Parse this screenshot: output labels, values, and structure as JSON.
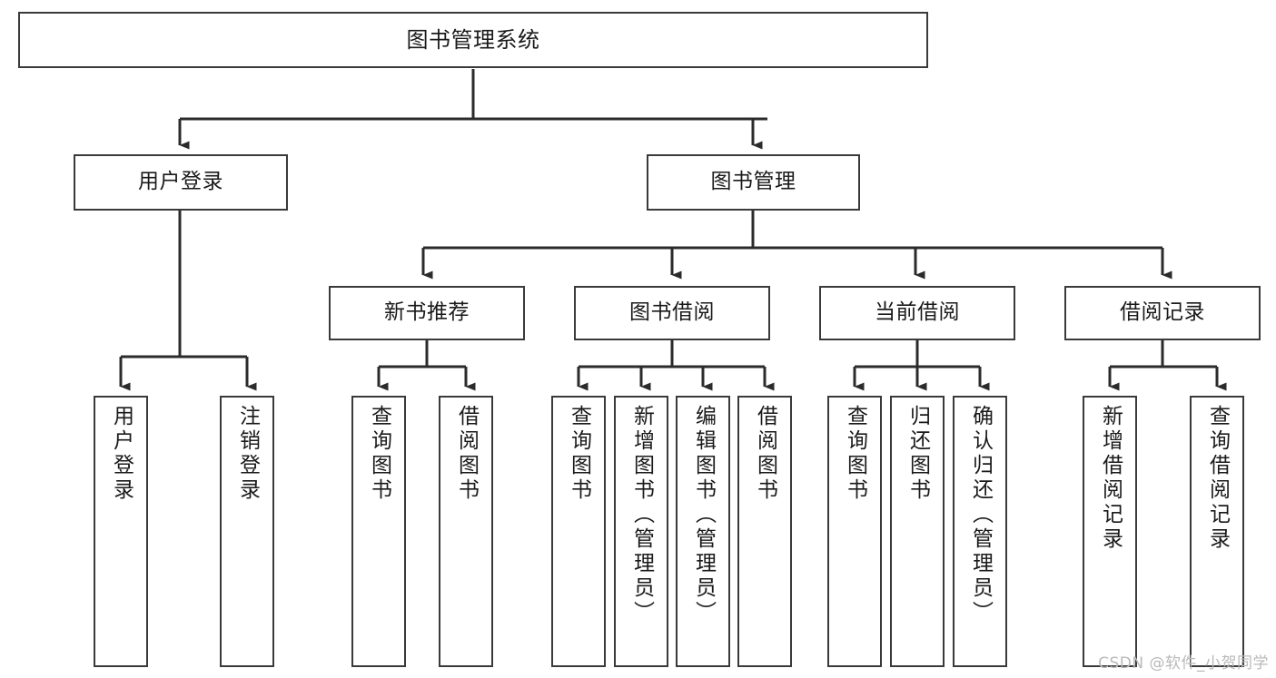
{
  "diagram": {
    "type": "tree-hierarchy",
    "title": "图书管理系统",
    "watermark": "CSDN @软件_小贺同学",
    "colors": {
      "box_border": "#3a3a3a",
      "box_fill": "#ffffff",
      "connector": "#2b2b2b",
      "text": "#1a1a1a",
      "watermark": "#b9b9b9"
    },
    "nodes": {
      "root": {
        "label": "图书管理系统",
        "level": 0,
        "orientation": "horizontal"
      },
      "user_login": {
        "label": "用户登录",
        "level": 1,
        "orientation": "horizontal"
      },
      "book_manage": {
        "label": "图书管理",
        "level": 1,
        "orientation": "horizontal"
      },
      "new_book_rec": {
        "label": "新书推荐",
        "level": 2,
        "orientation": "horizontal"
      },
      "book_borrow": {
        "label": "图书借阅",
        "level": 2,
        "orientation": "horizontal"
      },
      "current_borrow": {
        "label": "当前借阅",
        "level": 2,
        "orientation": "horizontal"
      },
      "borrow_record": {
        "label": "借阅记录",
        "level": 2,
        "orientation": "horizontal"
      },
      "leaf_user_login": {
        "label": "用户登录",
        "level": 2,
        "orientation": "vertical"
      },
      "leaf_logout": {
        "label": "注销登录",
        "level": 2,
        "orientation": "vertical"
      },
      "leaf_query_book_1": {
        "label": "查询图书",
        "level": 3,
        "orientation": "vertical"
      },
      "leaf_borrow_book_1": {
        "label": "借阅图书",
        "level": 3,
        "orientation": "vertical"
      },
      "leaf_query_book_2": {
        "label": "查询图书",
        "level": 3,
        "orientation": "vertical"
      },
      "leaf_add_book": {
        "label": "新增图书（管理员）",
        "level": 3,
        "orientation": "vertical"
      },
      "leaf_edit_book": {
        "label": "编辑图书（管理员）",
        "level": 3,
        "orientation": "vertical"
      },
      "leaf_borrow_book_2": {
        "label": "借阅图书",
        "level": 3,
        "orientation": "vertical"
      },
      "leaf_query_book_3": {
        "label": "查询图书",
        "level": 3,
        "orientation": "vertical"
      },
      "leaf_return_book": {
        "label": "归还图书",
        "level": 3,
        "orientation": "vertical"
      },
      "leaf_confirm_return": {
        "label": "确认归还（管理员）",
        "level": 3,
        "orientation": "vertical"
      },
      "leaf_add_record": {
        "label": "新增借阅记录",
        "level": 3,
        "orientation": "vertical"
      },
      "leaf_query_record": {
        "label": "查询借阅记录",
        "level": 3,
        "orientation": "vertical"
      }
    },
    "edges": [
      {
        "from": "root",
        "to": "user_login"
      },
      {
        "from": "root",
        "to": "book_manage"
      },
      {
        "from": "user_login",
        "to": "leaf_user_login"
      },
      {
        "from": "user_login",
        "to": "leaf_logout"
      },
      {
        "from": "book_manage",
        "to": "new_book_rec"
      },
      {
        "from": "book_manage",
        "to": "book_borrow"
      },
      {
        "from": "book_manage",
        "to": "current_borrow"
      },
      {
        "from": "book_manage",
        "to": "borrow_record"
      },
      {
        "from": "new_book_rec",
        "to": "leaf_query_book_1"
      },
      {
        "from": "new_book_rec",
        "to": "leaf_borrow_book_1"
      },
      {
        "from": "book_borrow",
        "to": "leaf_query_book_2"
      },
      {
        "from": "book_borrow",
        "to": "leaf_add_book"
      },
      {
        "from": "book_borrow",
        "to": "leaf_edit_book"
      },
      {
        "from": "book_borrow",
        "to": "leaf_borrow_book_2"
      },
      {
        "from": "current_borrow",
        "to": "leaf_query_book_3"
      },
      {
        "from": "current_borrow",
        "to": "leaf_return_book"
      },
      {
        "from": "current_borrow",
        "to": "leaf_confirm_return"
      },
      {
        "from": "borrow_record",
        "to": "leaf_add_record"
      },
      {
        "from": "borrow_record",
        "to": "leaf_query_record"
      }
    ]
  }
}
